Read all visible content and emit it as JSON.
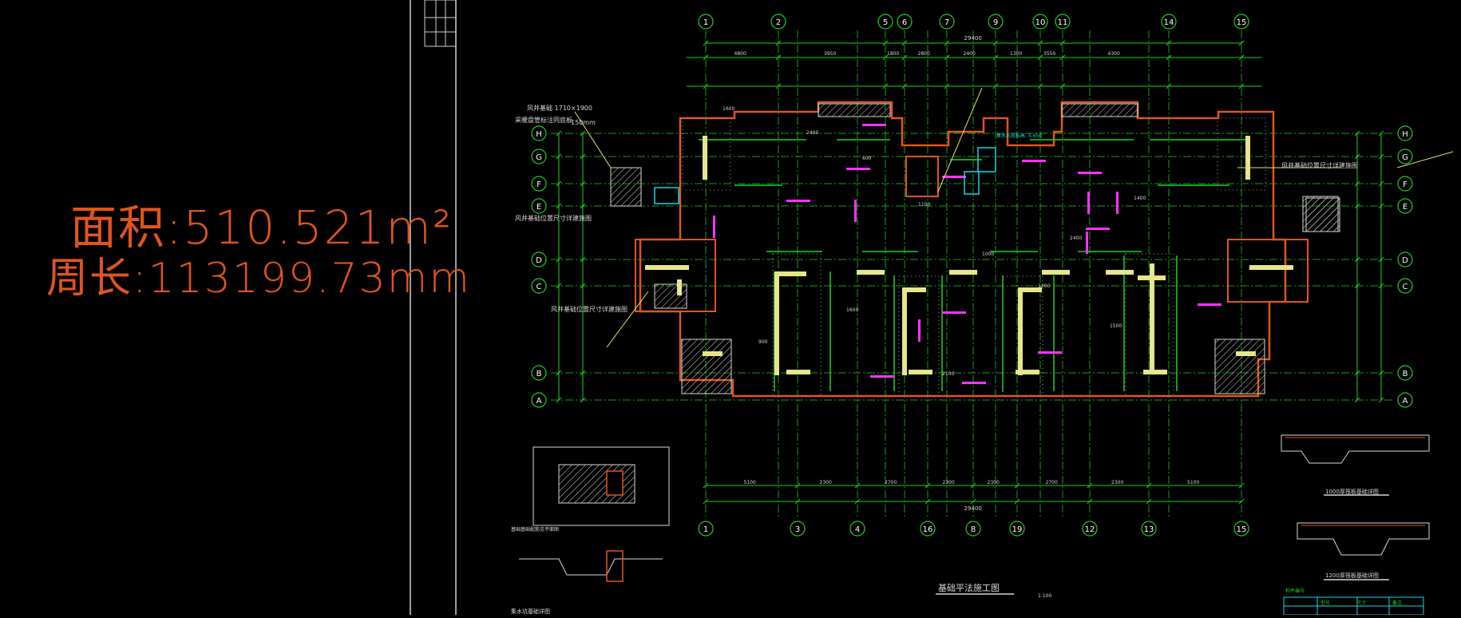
{
  "measurements": {
    "area_text": "面积:510.521m²",
    "perimeter_text": "周长:113199.73mm"
  },
  "grid": {
    "top_axes": [
      "1",
      "2",
      "5",
      "6",
      "7",
      "9",
      "10",
      "11",
      "14",
      "15"
    ],
    "bottom_axes": [
      "1",
      "3",
      "4",
      "16",
      "8",
      "19",
      "12",
      "13",
      "15"
    ],
    "row_axes": [
      "H",
      "G",
      "F",
      "E",
      "D",
      "C",
      "B",
      "A"
    ]
  },
  "dimensions": {
    "overall_top": "29400",
    "overall_bottom": "29400",
    "top_segments": [
      "4800",
      "3950",
      "1800",
      "2800",
      "2400",
      "1300",
      "3550",
      "4300"
    ],
    "bottom_segments": [
      "5100",
      "2300",
      "2700",
      "2300",
      "2300",
      "2700",
      "2300",
      "5100"
    ],
    "small_labels": [
      "1600",
      "2400",
      "600",
      "1100",
      "1000",
      "1200",
      "1500",
      "900",
      "2100",
      "1400"
    ]
  },
  "labels": {
    "fan_shaft_top": "风井基础 1710×1900",
    "fan_shaft_note": "采暖盘管标注同底板",
    "thickness": "150mm",
    "left_note_1": "风井基础位置尺寸详建施图",
    "left_note_2": "风井基础位置尺寸详建施图",
    "right_note": "风井基础位置尺寸详建施图",
    "drawing_title": "基础平法施工图",
    "drawing_scale": "1:100",
    "section_1_title": "1000厚筏板基础详图",
    "section_2_title": "1200厚筏板基础详图",
    "detail_title": "集水坑基础详图",
    "detail_note": "基础基础配筋见平面图",
    "sump_note": "集水坑底标高 -5.650",
    "title_block_header": "构件编号",
    "title_block_cols": [
      "型号",
      "尺寸",
      "备注"
    ]
  },
  "colors": {
    "background": "#000000",
    "grid_green": "#1fd11f",
    "outline_red": "#e0551e",
    "axis_text": "#ffffff",
    "annotation_magenta": "#ff33ff",
    "annotation_cyan": "#19d6e6",
    "wall_yellow": "#e6e68c",
    "hatch_white": "#d8d8d8"
  }
}
